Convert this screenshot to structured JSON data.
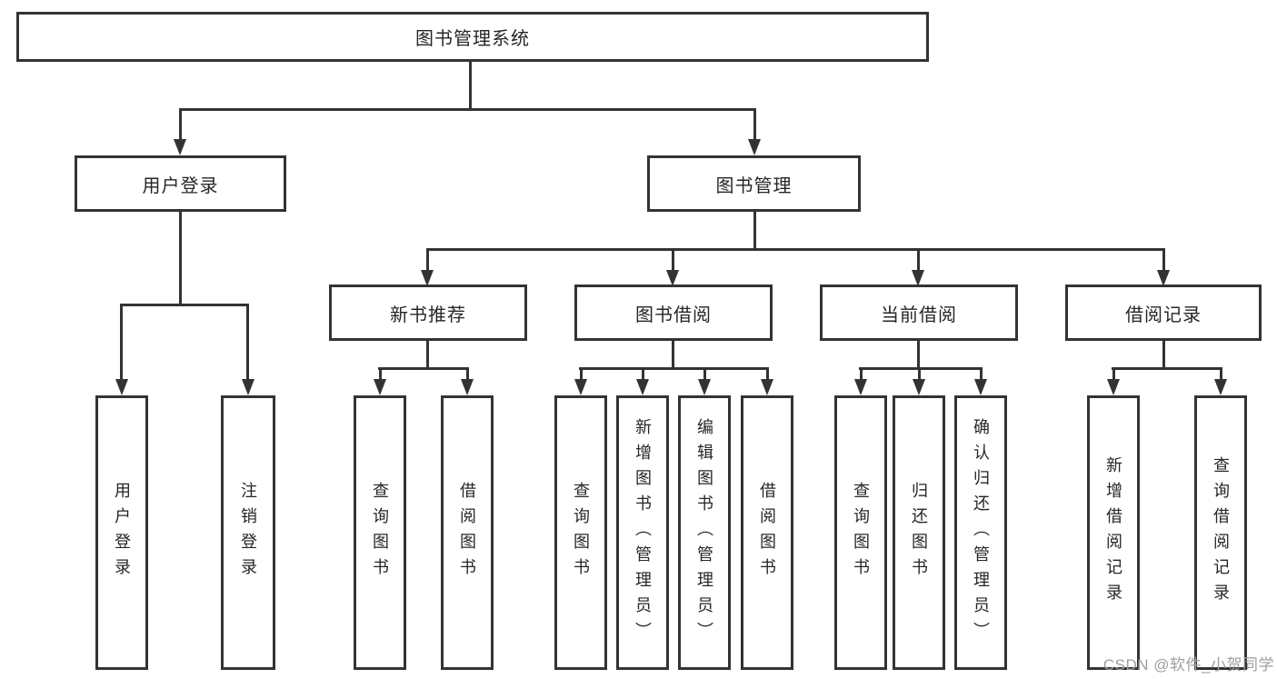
{
  "diagram": {
    "root": {
      "label": "图书管理系统"
    },
    "branches": [
      {
        "label": "用户登录",
        "children": [
          {
            "label": "用户登录"
          },
          {
            "label": "注销登录"
          }
        ]
      },
      {
        "label": "图书管理",
        "sections": [
          {
            "label": "新书推荐",
            "children": [
              {
                "label": "查询图书"
              },
              {
                "label": "借阅图书"
              }
            ]
          },
          {
            "label": "图书借阅",
            "children": [
              {
                "label": "查询图书"
              },
              {
                "label": "新增图书（管理员）"
              },
              {
                "label": "编辑图书（管理员）"
              },
              {
                "label": "借阅图书"
              }
            ]
          },
          {
            "label": "当前借阅",
            "children": [
              {
                "label": "查询图书"
              },
              {
                "label": "归还图书"
              },
              {
                "label": "确认归还（管理员）"
              }
            ]
          },
          {
            "label": "借阅记录",
            "children": [
              {
                "label": "新增借阅记录"
              },
              {
                "label": "查询借阅记录"
              }
            ]
          }
        ]
      }
    ]
  },
  "watermark": {
    "text": "CSDN @软件_小贺同学"
  },
  "colors": {
    "line": "#333333",
    "text": "#262626",
    "box_background": "#ffffff",
    "watermark": "#9e9e9e"
  }
}
